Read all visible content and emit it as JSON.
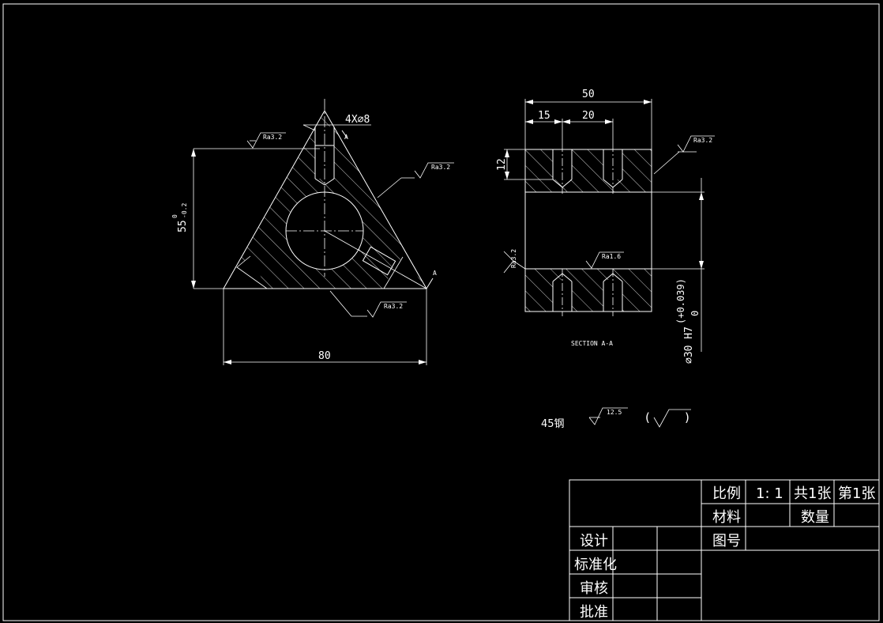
{
  "drawing": {
    "front_view": {
      "hole_callout": "4X⌀8",
      "height_dim": "55",
      "height_tol_upper": "0",
      "height_tol_lower": "-0.2",
      "width_dim": "80",
      "roughness": [
        "Ra3.2",
        "Ra3.2",
        "Ra3.2"
      ],
      "section_mark": "A"
    },
    "section_view": {
      "overall_width": "50",
      "dim_15": "15",
      "dim_20": "20",
      "thickness": "12",
      "bore_dim": "⌀30 H7",
      "bore_tol_upper": "(+0.039)",
      "bore_tol_lower": "0",
      "roughness_top": "Ra3.2",
      "roughness_left": "Ra3.2",
      "roughness_inner": "Ra1.6",
      "caption": "SECTION A-A"
    },
    "material_note": "45钢",
    "general_roughness": "12.5",
    "bracket_open": "(",
    "bracket_close": ")"
  },
  "title_block": {
    "scale_label": "比例",
    "scale_value": "1: 1",
    "sheets_total": "共1张",
    "sheet_number": "第1张",
    "material_label": "材料",
    "quantity_label": "数量",
    "drawing_no_label": "图号",
    "designer_label": "设计",
    "standardization_label": "标准化",
    "reviewer_label": "审核",
    "approver_label": "批准"
  }
}
